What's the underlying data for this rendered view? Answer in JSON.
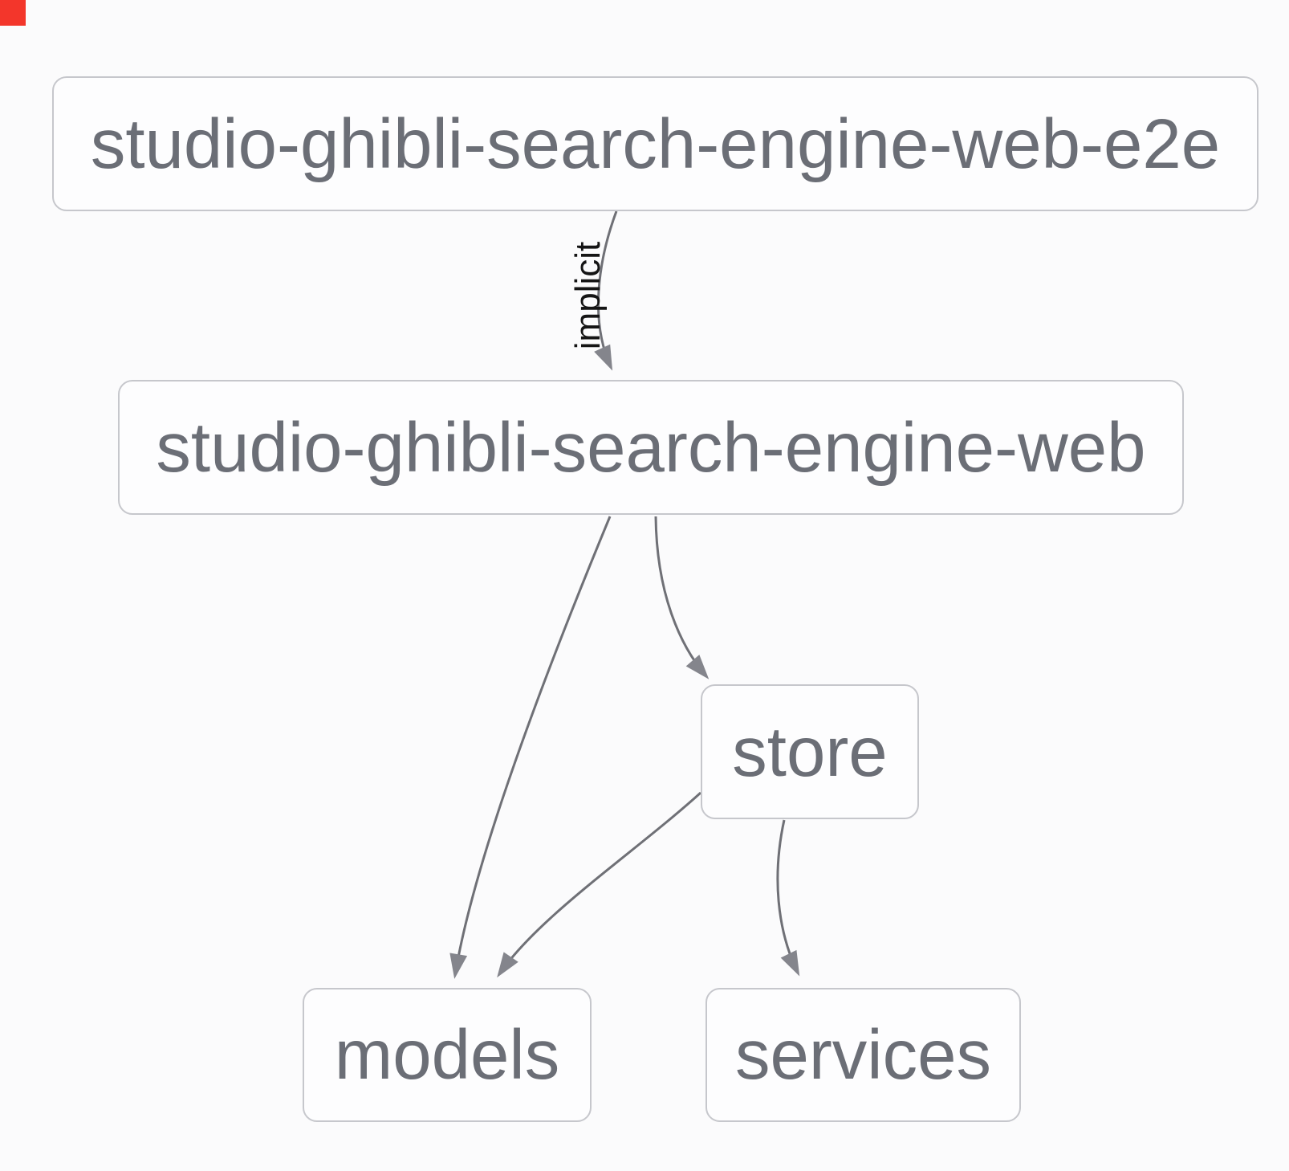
{
  "diagram": {
    "nodes": [
      {
        "id": "e2e",
        "label": "studio-ghibli-search-engine-web-e2e"
      },
      {
        "id": "web",
        "label": "studio-ghibli-search-engine-web"
      },
      {
        "id": "store",
        "label": "store"
      },
      {
        "id": "models",
        "label": "models"
      },
      {
        "id": "services",
        "label": "services"
      }
    ],
    "edges": [
      {
        "from": "studio-ghibli-search-engine-web-e2e",
        "to": "studio-ghibli-search-engine-web",
        "label": "implicit"
      },
      {
        "from": "studio-ghibli-search-engine-web",
        "to": "models",
        "label": ""
      },
      {
        "from": "studio-ghibli-search-engine-web",
        "to": "store",
        "label": ""
      },
      {
        "from": "store",
        "to": "models",
        "label": ""
      },
      {
        "from": "store",
        "to": "services",
        "label": ""
      }
    ],
    "colors": {
      "background": "#fbfbfc",
      "node_fill": "#fdfdfe",
      "node_border": "#c6c7cc",
      "node_text": "#6b6e76",
      "edge_stroke": "#6f7076",
      "arrowhead": "#84858c",
      "edge_label_text": "#151515",
      "corner_marker": "#f3362b"
    }
  }
}
